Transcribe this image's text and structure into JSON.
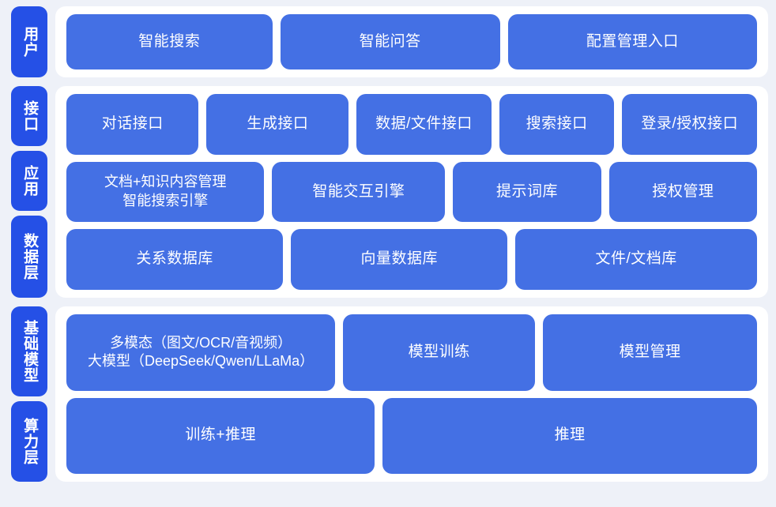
{
  "theme": {
    "page_background": "#eef1f8",
    "panel_background": "#ffffff",
    "tab_color": "#2550e6",
    "box_color": "#4470e4",
    "box_text_color": "#ffffff"
  },
  "sections": [
    {
      "id": "user",
      "tabs": [
        {
          "label": "用户"
        }
      ],
      "rows": [
        {
          "id": "user-row",
          "boxes": [
            {
              "label": "智能搜索"
            },
            {
              "label": "智能问答"
            },
            {
              "label": "配置管理入口"
            }
          ]
        }
      ]
    },
    {
      "id": "middle",
      "tabs": [
        {
          "label": "接口"
        },
        {
          "label": "应用"
        },
        {
          "label": "数据层"
        }
      ],
      "rows": [
        {
          "id": "interface-row",
          "boxes": [
            {
              "label": "对话接口"
            },
            {
              "label": "生成接口"
            },
            {
              "label": "数据/文件接口"
            },
            {
              "label": "搜索接口"
            },
            {
              "label": "登录/授权接口"
            }
          ]
        },
        {
          "id": "application-row",
          "boxes": [
            {
              "label": "文档+知识内容管理\n智能搜索引擎"
            },
            {
              "label": "智能交互引擎"
            },
            {
              "label": "提示词库"
            },
            {
              "label": "授权管理"
            }
          ]
        },
        {
          "id": "data-row",
          "boxes": [
            {
              "label": "关系数据库"
            },
            {
              "label": "向量数据库"
            },
            {
              "label": "文件/文档库"
            }
          ]
        }
      ]
    },
    {
      "id": "bottom",
      "tabs": [
        {
          "label": "基础模型"
        },
        {
          "label": "算力层"
        }
      ],
      "rows": [
        {
          "id": "model-row",
          "boxes": [
            {
              "label": "多模态（图文/OCR/音视频）\n大模型（DeepSeek/Qwen/LLaMa）"
            },
            {
              "label": "模型训练"
            },
            {
              "label": "模型管理"
            }
          ]
        },
        {
          "id": "compute-row",
          "boxes": [
            {
              "label": "训练+推理"
            },
            {
              "label": "推理"
            }
          ]
        }
      ]
    }
  ]
}
